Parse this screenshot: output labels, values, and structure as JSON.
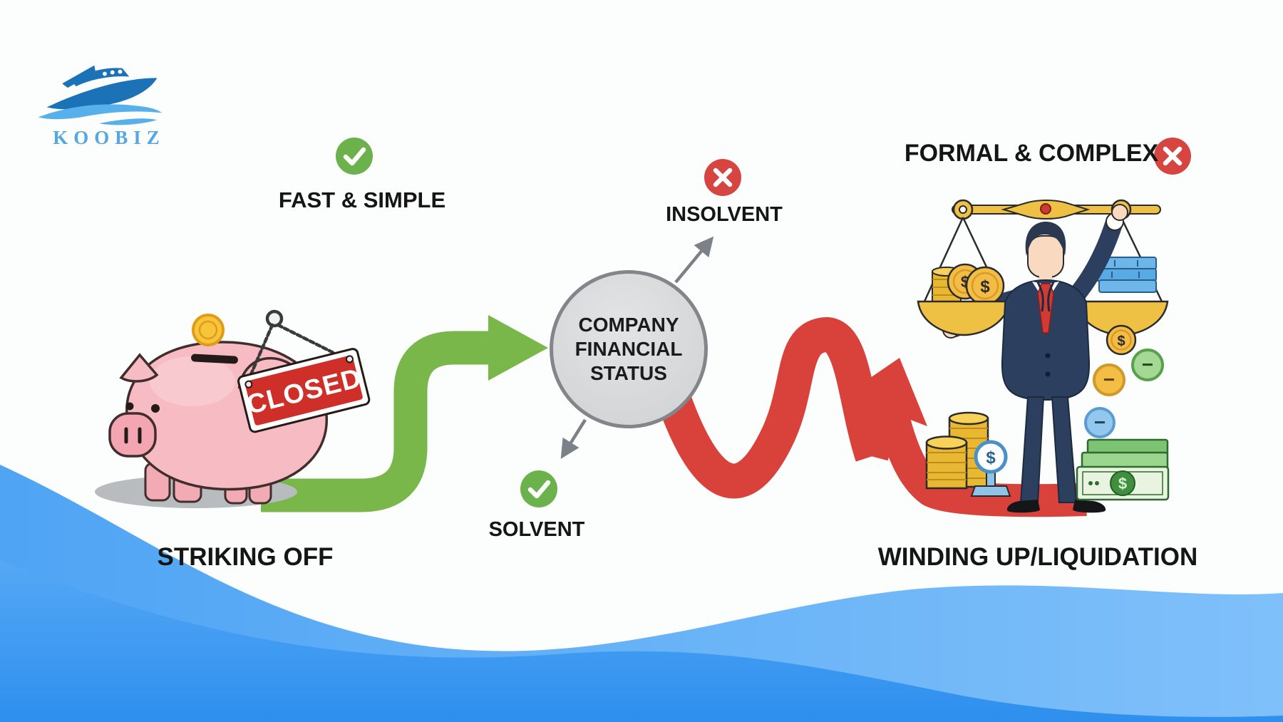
{
  "logo": {
    "brand": "KOOBIZ"
  },
  "center_node": {
    "line1": "COMPANY",
    "line2": "FINANCIAL",
    "line3": "STATUS"
  },
  "solvent_branch": {
    "tagline": "FAST & SIMPLE",
    "condition_label": "SOLVENT",
    "outcome_title": "STRIKING OFF",
    "piggy_sign_text": "CLOSED"
  },
  "insolvent_branch": {
    "tagline": "FORMAL & COMPLEX",
    "condition_label": "INSOLVENT",
    "outcome_title": "WINDING UP/LIQUIDATION"
  },
  "symbols": {
    "dollar": "$",
    "minus": "−"
  },
  "colors": {
    "positive_green": "#6cb24c",
    "negative_red": "#d6453f",
    "flow_green": "#79b74b",
    "flow_red": "#d9423a",
    "closed_sign_red": "#ce2f28",
    "wave_blue": "#3e9bf1",
    "logo_blue": "#55a7e0"
  }
}
